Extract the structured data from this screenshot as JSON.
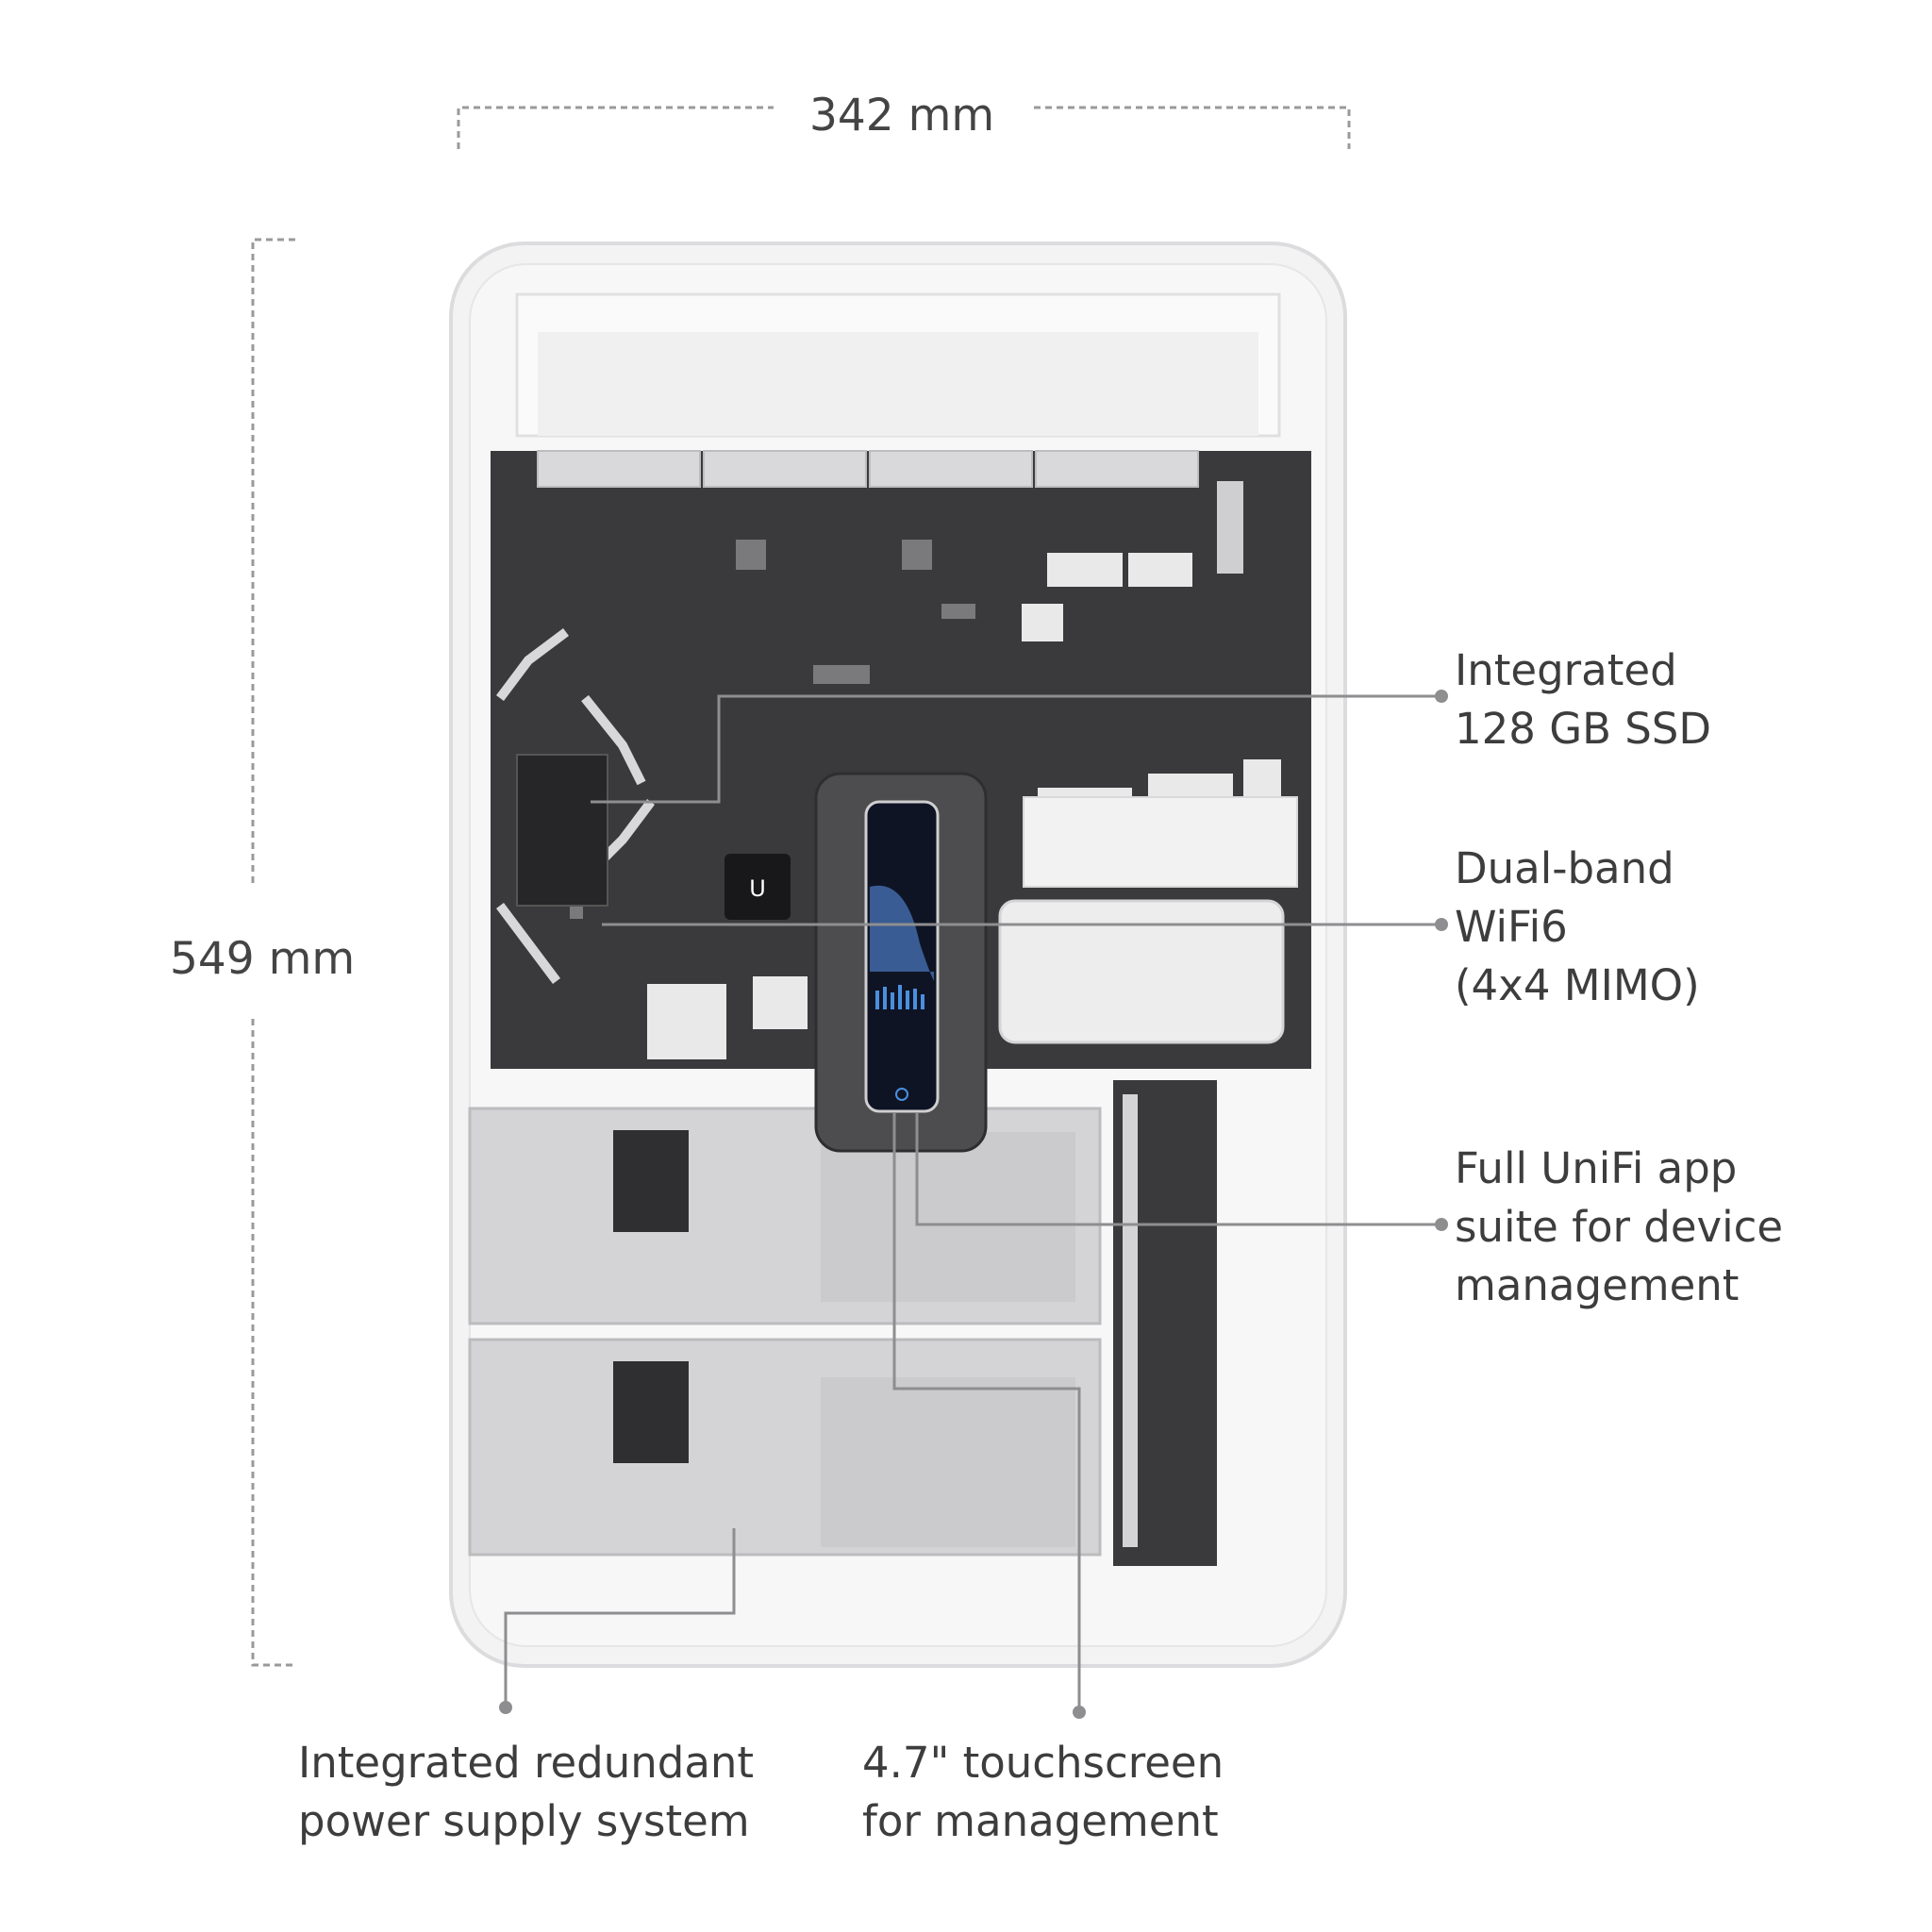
{
  "dimensions": {
    "width": "342 mm",
    "height": "549 mm"
  },
  "callouts": {
    "ssd": [
      "Integrated",
      "128 GB SSD"
    ],
    "wifi": [
      "Dual-band",
      "WiFi6",
      "(4x4 MIMO)"
    ],
    "app": [
      "Full UniFi app",
      "suite for device",
      "management"
    ],
    "power": [
      "Integrated redundant",
      "power supply system"
    ],
    "touchscreen": [
      "4.7\" touchscreen",
      "for management"
    ]
  },
  "logo": "U",
  "colors": {
    "board": "#3a3a3c",
    "case": "#f3f3f4",
    "psu": "#d4d4d6",
    "leader": "#8e8e90",
    "text": "#3d3d3d",
    "screen_accent": "#4a8fe0"
  }
}
